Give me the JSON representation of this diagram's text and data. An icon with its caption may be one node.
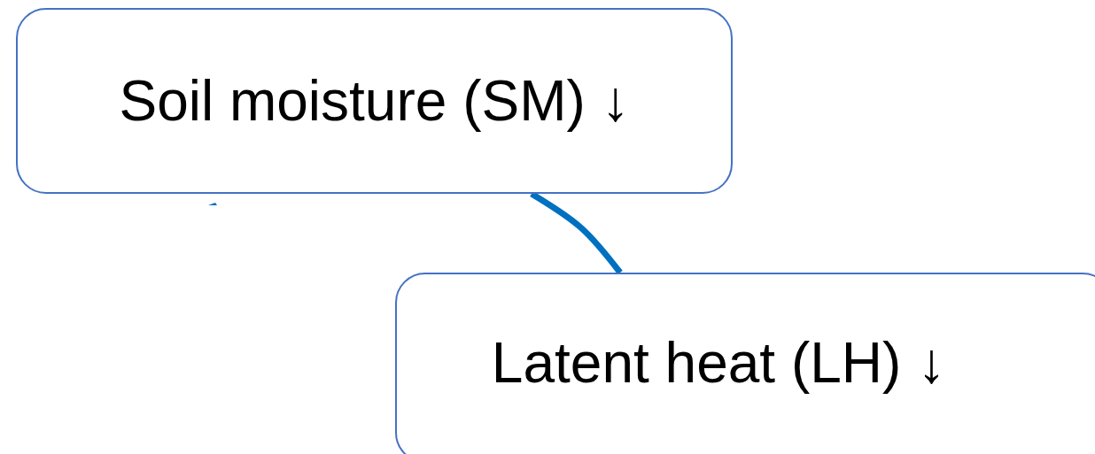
{
  "diagram": {
    "nodes": [
      {
        "text": [
          "Soil moisture (SM) ↓"
        ]
      },
      {
        "text": [
          "Latent heat (LH) ↓"
        ]
      }
    ],
    "edges": [
      {
        "from": 0,
        "to": 1,
        "arrow": "none"
      }
    ]
  }
}
